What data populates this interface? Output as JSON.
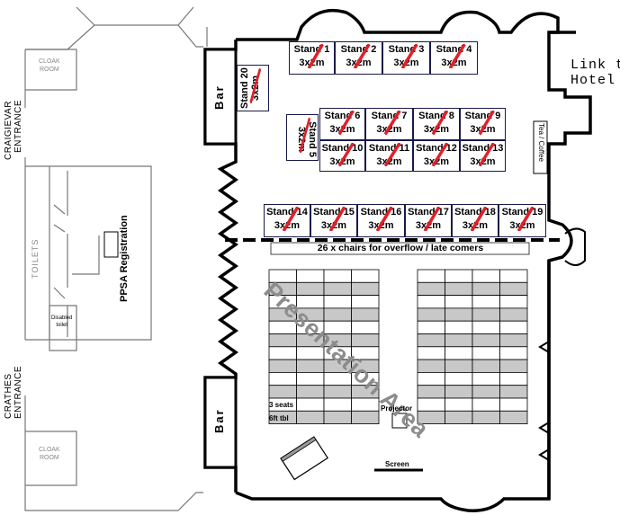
{
  "labels": {
    "link_hotel_1": "Link to",
    "link_hotel_2": "Hotel",
    "bar_top": "Bar",
    "bar_bottom": "Bar",
    "tea_coffee": "Tea / Coffee",
    "craigievar_1": "CRAIGIEVAR",
    "craigievar_2": "ENTRANCE",
    "crathes_1": "CRATHES",
    "crathes_2": "ENTRANCE",
    "cloak_top_1": "CLOAK",
    "cloak_top_2": "ROOM",
    "cloak_bottom_1": "CLOAK",
    "cloak_bottom_2": "ROOM",
    "toilets": "TOILETS",
    "disabled_1": "Disabled",
    "disabled_2": "toilet",
    "registration": "PPSA Registration",
    "overflow_chairs": "26 x chairs for overflow / late comers",
    "presentation_area": "Presentation Area",
    "three_seats": "3 seats",
    "six_ft_tbl": "6ft tbl",
    "projector": "Projector",
    "screen": "Screen"
  },
  "stands": {
    "s1": {
      "name": "Stand 1",
      "size": "3x2m"
    },
    "s2": {
      "name": "Stand 2",
      "size": "3x2m"
    },
    "s3": {
      "name": "Stand 3",
      "size": "3x2m"
    },
    "s4": {
      "name": "Stand 4",
      "size": "3x2m"
    },
    "s5": {
      "name": "Stand 5",
      "size": "3x2m"
    },
    "s6": {
      "name": "Stand 6",
      "size": "3x2m"
    },
    "s7": {
      "name": "Stand 7",
      "size": "3x2m"
    },
    "s8": {
      "name": "Stand 8",
      "size": "3x2m"
    },
    "s9": {
      "name": "Stand 9",
      "size": "3x2m"
    },
    "s10": {
      "name": "Stand 10",
      "size": "3x2m"
    },
    "s11": {
      "name": "Stand 11",
      "size": "3x2m"
    },
    "s12": {
      "name": "Stand 12",
      "size": "3x2m"
    },
    "s13": {
      "name": "Stand 13",
      "size": "3x2m"
    },
    "s14": {
      "name": "Stand 14",
      "size": "3x2m"
    },
    "s15": {
      "name": "Stand 15",
      "size": "3x2m"
    },
    "s16": {
      "name": "Stand 16",
      "size": "3x2m"
    },
    "s17": {
      "name": "Stand 17",
      "size": "3x2m"
    },
    "s18": {
      "name": "Stand 18",
      "size": "3x2m"
    },
    "s19": {
      "name": "Stand 19",
      "size": "3x2m"
    },
    "s20": {
      "name": "Stand 20",
      "size": "3x2m"
    }
  },
  "colors": {
    "wall": "#000000",
    "thin_wall": "#777777",
    "table_fill": "#c8c8c8",
    "strike": "#e0202a",
    "watermark": "#8c8c8c"
  }
}
